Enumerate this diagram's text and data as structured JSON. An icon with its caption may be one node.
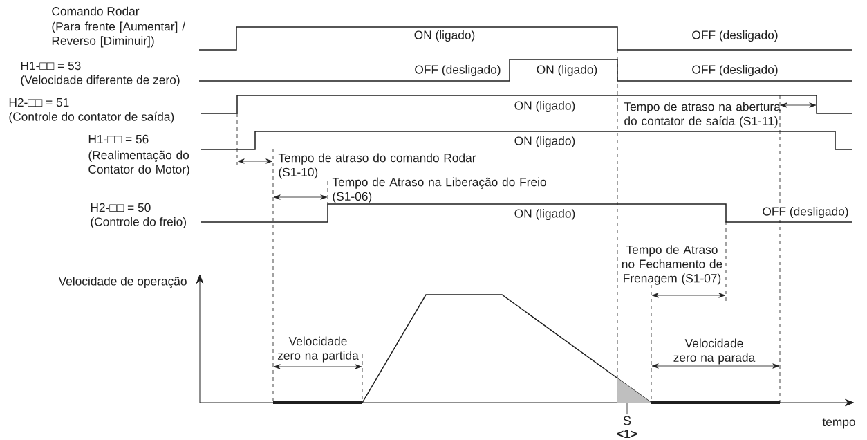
{
  "diagram": {
    "nodes": [
      {
        "text": [
          "S"
        ]
      },
      {
        "text": [],
        "shape": "triangle"
      }
    ],
    "edges": [
      {
        "from": 0,
        "to": 1,
        "arrow": "none"
      }
    ],
    "labels": [
      "Comando Rodar",
      "(Para frente [Aumentar] / Reverso [Diminuir])",
      "ON (ligado)",
      "OFF (desligado)",
      "H1-□□ = 53",
      "OFF (desligado)",
      "ON (ligado)",
      "OFF (desligado)",
      "(Velocidade diferente de zero)",
      "H2-□□ = 51",
      "ON (ligado)",
      "Tempo de atraso na abertura do contator de saída (S1-11)",
      "(Controle do contator de saída)",
      "H1-□□ = 56",
      "ON (ligado)",
      "(Realimentação do Contator do Motor)",
      "Tempo de atraso do comando Rodar (S1-10)",
      "Tempo de Atraso na Liberação do Freio (S1-06)",
      "H2-□□ = 50",
      "ON (ligado)",
      "OFF (desligado)",
      "(Controle do freio)",
      "Tempo de Atraso no Fechamento de Frenagem (S1-07)",
      "Velocidade de operação",
      "Velocidade zero na partida",
      "Velocidade zero na parada",
      "tempo",
      "<1>"
    ]
  }
}
